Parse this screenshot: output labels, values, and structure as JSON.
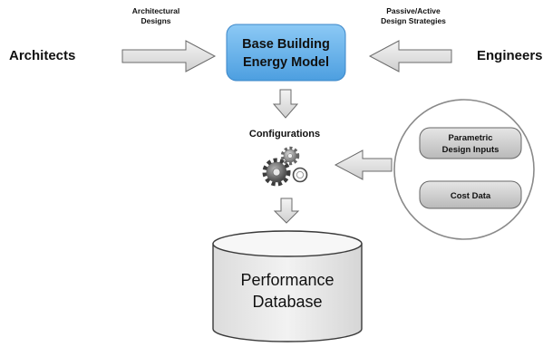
{
  "actors": {
    "left": "Architects",
    "right": "Engineers"
  },
  "arrow_labels": {
    "left_line1": "Architectural",
    "left_line2": "Designs",
    "right_line1": "Passive/Active",
    "right_line2": "Design Strategies"
  },
  "model": {
    "line1": "Base Building",
    "line2": "Energy Model",
    "fill_top": "#8cc9f5",
    "fill_bottom": "#4d9fe0"
  },
  "configurations": {
    "label": "Configurations",
    "icon": "gears-icon"
  },
  "inputs": {
    "item1_line1": "Parametric",
    "item1_line2": "Design Inputs",
    "item2": "Cost Data"
  },
  "database": {
    "line1": "Performance",
    "line2": "Database"
  }
}
